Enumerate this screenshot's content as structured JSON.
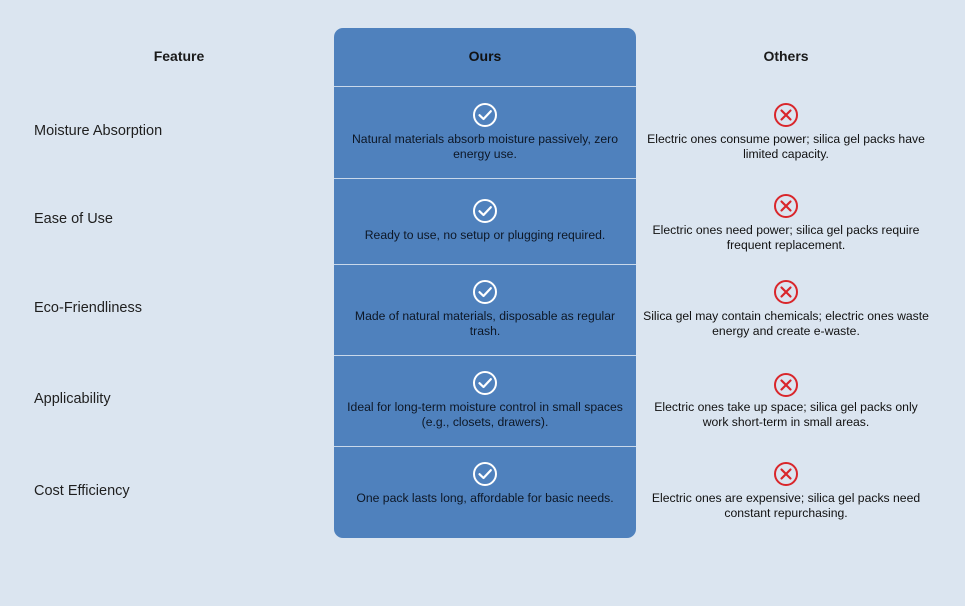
{
  "headers": {
    "feature": "Feature",
    "ours": "Ours",
    "others": "Others"
  },
  "colors": {
    "background": "#dbe5f0",
    "ours_panel": "#4f81bd",
    "check_icon": "#ffffff",
    "cross_icon": "#d9262b"
  },
  "rows": [
    {
      "feature": "Moisture Absorption",
      "ours_icon": "check-circle-icon",
      "ours": "Natural materials absorb moisture passively, zero energy use.",
      "others_icon": "cross-circle-icon",
      "others": "Electric ones consume power; silica gel packs have limited capacity."
    },
    {
      "feature": "Ease of Use",
      "ours_icon": "check-circle-icon",
      "ours": "Ready to use, no setup or plugging required.",
      "others_icon": "cross-circle-icon",
      "others": "Electric ones need power; silica gel packs require frequent replacement."
    },
    {
      "feature": "Eco-Friendliness",
      "ours_icon": "check-circle-icon",
      "ours": "Made of natural materials, disposable as regular trash.",
      "others_icon": "cross-circle-icon",
      "others": "Silica gel may contain chemicals; electric ones waste energy and create e-waste."
    },
    {
      "feature": "Applicability",
      "ours_icon": "check-circle-icon",
      "ours": "Ideal for long-term moisture control in small spaces (e.g., closets, drawers).",
      "others_icon": "cross-circle-icon",
      "others": "Electric ones take up space; silica gel packs only work short-term in small areas."
    },
    {
      "feature": "Cost Efficiency",
      "ours_icon": "check-circle-icon",
      "ours": "One pack lasts long, affordable for basic needs.",
      "others_icon": "cross-circle-icon",
      "others": "Electric ones are expensive; silica gel packs need constant repurchasing."
    }
  ]
}
